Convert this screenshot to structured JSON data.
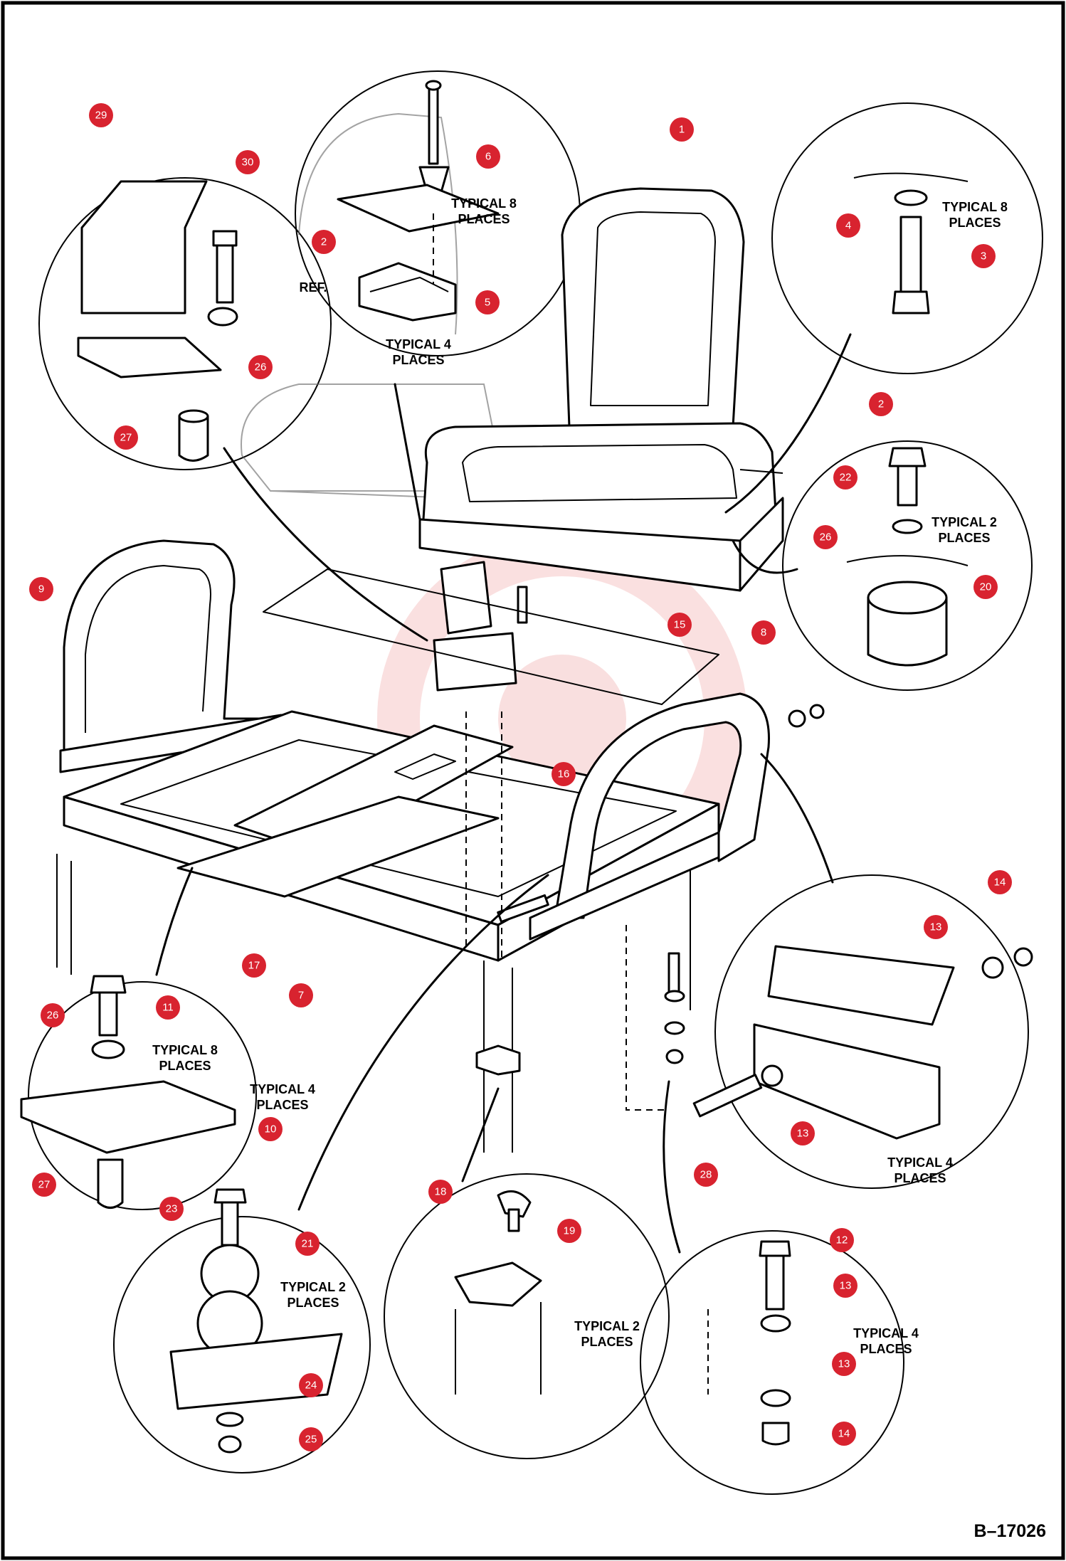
{
  "figure": {
    "id": "B–17026",
    "border_color": "#000000",
    "marker_color": "#d8232f",
    "watermark_color": "#f5c6c6"
  },
  "callouts": [
    {
      "id": "c1",
      "number": "1"
    },
    {
      "id": "c29",
      "number": "29"
    },
    {
      "id": "c30",
      "number": "30"
    },
    {
      "id": "c6",
      "number": "6"
    },
    {
      "id": "c2a",
      "number": "2"
    },
    {
      "id": "c5",
      "number": "5"
    },
    {
      "id": "c26a",
      "number": "26"
    },
    {
      "id": "c27a",
      "number": "27"
    },
    {
      "id": "c4",
      "number": "4"
    },
    {
      "id": "c3",
      "number": "3"
    },
    {
      "id": "c2b",
      "number": "2"
    },
    {
      "id": "c22",
      "number": "22"
    },
    {
      "id": "c26b",
      "number": "26"
    },
    {
      "id": "c20",
      "number": "20"
    },
    {
      "id": "c9",
      "number": "9"
    },
    {
      "id": "c15",
      "number": "15"
    },
    {
      "id": "c8",
      "number": "8"
    },
    {
      "id": "c16",
      "number": "16"
    },
    {
      "id": "c14a",
      "number": "14"
    },
    {
      "id": "c13a",
      "number": "13"
    },
    {
      "id": "c17",
      "number": "17"
    },
    {
      "id": "c7",
      "number": "7"
    },
    {
      "id": "c26c",
      "number": "26"
    },
    {
      "id": "c11",
      "number": "11"
    },
    {
      "id": "c10",
      "number": "10"
    },
    {
      "id": "c27b",
      "number": "27"
    },
    {
      "id": "c13b",
      "number": "13"
    },
    {
      "id": "c28",
      "number": "28"
    },
    {
      "id": "c23",
      "number": "23"
    },
    {
      "id": "c21",
      "number": "21"
    },
    {
      "id": "c18",
      "number": "18"
    },
    {
      "id": "c19",
      "number": "19"
    },
    {
      "id": "c12",
      "number": "12"
    },
    {
      "id": "c13c",
      "number": "13"
    },
    {
      "id": "c13d",
      "number": "13"
    },
    {
      "id": "c14b",
      "number": "14"
    },
    {
      "id": "c24",
      "number": "24"
    },
    {
      "id": "c25",
      "number": "25"
    }
  ],
  "notes": {
    "typical_8_places_line1": "TYPICAL 8",
    "typical_8_places_line2": "PLACES",
    "typical_4_places_line1": "TYPICAL 4",
    "typical_4_places_line2": "PLACES",
    "typical_2_places_line1": "TYPICAL 2",
    "typical_2_places_line2": "PLACES",
    "ref": "REF."
  }
}
